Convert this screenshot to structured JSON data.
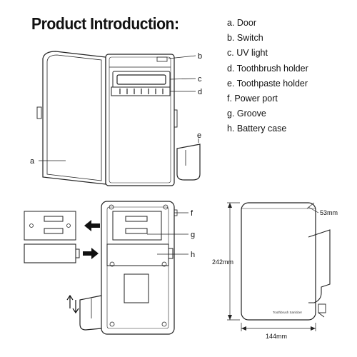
{
  "title": "Product Introduction:",
  "legend": [
    "a. Door",
    "b. Switch",
    "c. UV light",
    "d. Toothbrush holder",
    "e. Toothpaste holder",
    "f. Power port",
    "g. Groove",
    "h. Battery case"
  ],
  "callouts": {
    "a": "a",
    "b": "b",
    "c": "c",
    "d": "d",
    "e": "e",
    "f": "f",
    "g": "g",
    "h": "h"
  },
  "dimensions": {
    "height": "242mm",
    "width": "144mm",
    "depth": "53mm"
  },
  "device_label": "Toothbrush Sanitizer"
}
